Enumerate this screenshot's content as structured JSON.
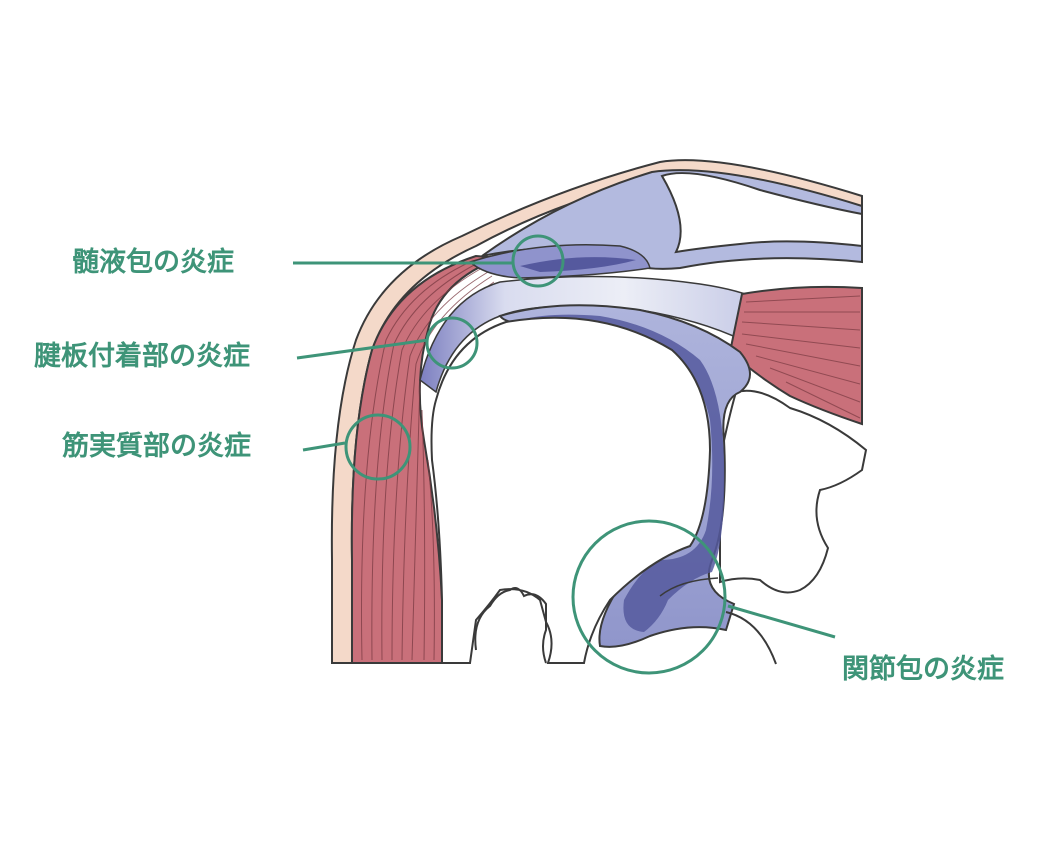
{
  "colors": {
    "annotation": "#3e9478",
    "outline": "#3a3a3a",
    "skin": "#f4d9c9",
    "muscle": "#c9707a",
    "muscle_lines": "#7a3a42",
    "synovium": "#7c7fc0",
    "synovium_light": "#b7bee0",
    "inflamed": "#55599e",
    "tendon_white": "#e6e7f2"
  },
  "labels": {
    "bursa": "髄液包の炎症",
    "tendon": "腱板付着部の炎症",
    "muscle": "筋実質部の炎症",
    "capsule": "関節包の炎症"
  }
}
